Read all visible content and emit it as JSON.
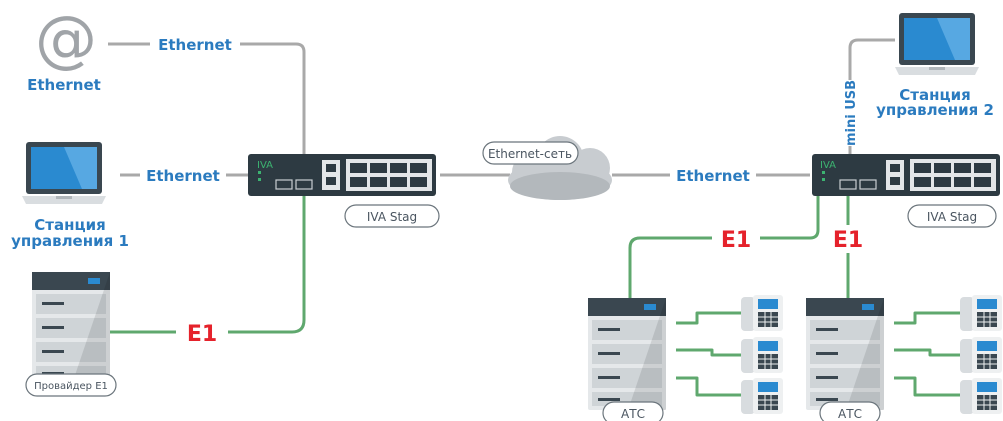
{
  "labels": {
    "at_ethernet": "Ethernet",
    "eth_top": "Ethernet",
    "eth_left": "Ethernet",
    "eth_right": "Ethernet",
    "ethernet_net": "Ethernet-сеть",
    "station1_line1": "Станция",
    "station1_line2": "управления 1",
    "station2_line1": "Станция",
    "station2_line2": "управления 2",
    "mini_usb": "mini USB",
    "iva_stag_left": "IVA Stag",
    "iva_stag_right": "IVA Stag",
    "e1_provider": "E1",
    "e1_right_a": "E1",
    "e1_right_b": "E1",
    "provider_e1": "Провайдер E1",
    "atc_left": "АТС",
    "atc_right": "АТС",
    "device_logo": "IVA"
  },
  "icons": {
    "internet": "at-icon",
    "laptop": "laptop-icon",
    "server": "server-rack-icon",
    "phone": "desk-phone-icon",
    "cloud": "cloud-icon",
    "switch": "iva-stag-device-icon"
  },
  "colors": {
    "ethernet_line": "#a9a9a9",
    "e1_line": "#5fa86e",
    "label_blue": "#2b7bbf",
    "label_red": "#e5222b",
    "device_dark": "#2d3a42"
  }
}
